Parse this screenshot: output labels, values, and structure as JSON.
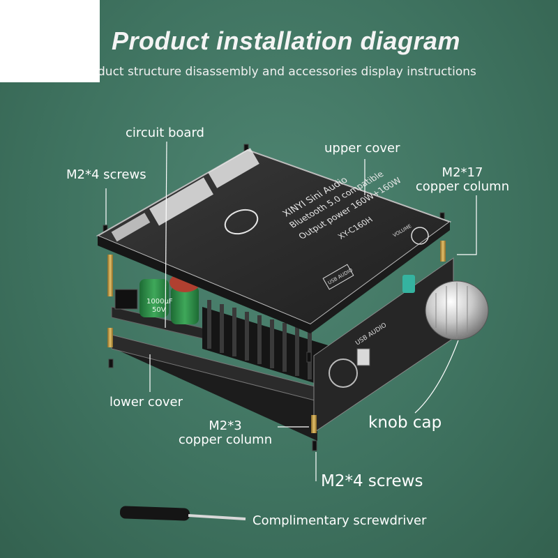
{
  "header": {
    "title": "Product installation diagram",
    "subtitle": "duct structure disassembly and accessories display instructions"
  },
  "labels": {
    "circuit_board": "circuit board",
    "upper_cover": "upper cover",
    "m2x4_screws_top": "M2*4 screws",
    "m2x17_line1": "M2*17",
    "m2x17_line2": "copper column",
    "lower_cover": "lower cover",
    "m2x3_line1": "M2*3",
    "m2x3_line2": "copper column",
    "knob_cap": "knob cap",
    "m2x4_screws_bottom": "M2*4 screws",
    "screwdriver": "Complimentary screwdriver"
  },
  "board_print": {
    "brand": "XINYI Sini Audio",
    "bluetooth": "Bluetooth 5.0 compatible",
    "power": "Output power 160W+160W",
    "model": "XY-C160H",
    "usb_audio_top": "USB AUDIO",
    "volume": "VOLUME",
    "usb_audio_front": "USB AUDIO",
    "cap_value": "1000μF",
    "cap_voltage": "50V"
  },
  "colors": {
    "background": "#3f7360",
    "board": "#2a2a2a",
    "heatsink": "#151515",
    "brass": "#c9a24a",
    "text": "#ffffff"
  }
}
